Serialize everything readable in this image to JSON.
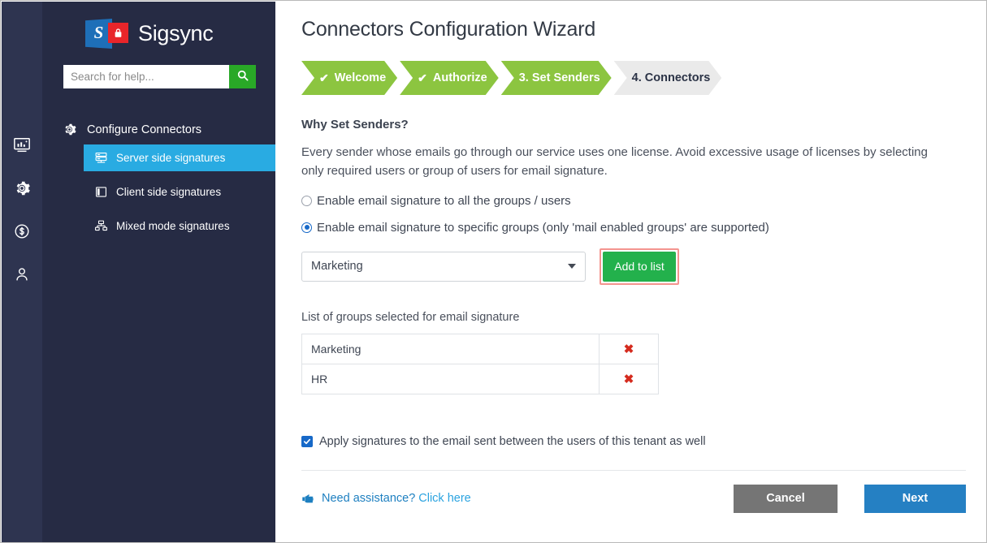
{
  "brand": {
    "name": "Sigsync",
    "logo_s_letter": "S",
    "logo_mark_blue": "#1e6fb8",
    "logo_mark_red": "#e8252a"
  },
  "search": {
    "placeholder": "Search for help...",
    "value": "",
    "icon": "search-icon",
    "button_color": "#29a827"
  },
  "rail": {
    "icons": [
      {
        "name": "dashboard-chart-icon"
      },
      {
        "name": "gear-icon"
      },
      {
        "name": "dollar-circle-icon"
      },
      {
        "name": "user-icon"
      }
    ]
  },
  "sidebar": {
    "header": {
      "label": "Configure Connectors",
      "icon": "gear-settings-icon"
    },
    "items": [
      {
        "label": "Server side signatures",
        "icon": "server-icon",
        "active": true
      },
      {
        "label": "Client side signatures",
        "icon": "client-window-icon",
        "active": false
      },
      {
        "label": "Mixed mode signatures",
        "icon": "mixed-mode-icon",
        "active": false
      }
    ],
    "active_color": "#29abe2",
    "bg_color": "#262b44"
  },
  "main": {
    "title": "Connectors Configuration Wizard",
    "steps": [
      {
        "label": "Welcome",
        "check": "✔",
        "state": "done"
      },
      {
        "label": "Authorize",
        "check": "✔",
        "state": "done"
      },
      {
        "label": "3. Set Senders",
        "check": "",
        "state": "current"
      },
      {
        "label": "4. Connectors",
        "check": "",
        "state": "inactive"
      }
    ],
    "step_done_color": "#8cc540",
    "step_inactive_color": "#eaeaea",
    "section_title": "Why Set Senders?",
    "paragraph": "Every sender whose emails go through our service uses one license. Avoid excessive usage of licenses by selecting only required users or group of users for email signature.",
    "radios": [
      {
        "label": "Enable email signature to all the groups / users",
        "selected": false
      },
      {
        "label": "Enable email signature to specific groups (only 'mail enabled groups' are supported)",
        "selected": true
      }
    ],
    "group_select": {
      "value": "Marketing",
      "caret": "chevron-down-icon"
    },
    "add_to_list_label": "Add to list",
    "add_to_list_color": "#23b14c",
    "add_to_list_highlight": "#f4948f",
    "list_label": "List of groups selected for email signature",
    "group_rows": [
      {
        "name": "Marketing",
        "delete": "✖"
      },
      {
        "name": "HR",
        "delete": "✖"
      }
    ],
    "tenant_checkbox": {
      "label": "Apply signatures to the email sent between the users of this tenant as well",
      "checked": true,
      "color": "#1769c8"
    },
    "footer": {
      "assist_text": "Need assistance?",
      "assist_link": "Click here",
      "assist_icon": "pointing-hand-icon",
      "cancel_label": "Cancel",
      "next_label": "Next",
      "cancel_color": "#757575",
      "next_color": "#2580c3"
    }
  }
}
